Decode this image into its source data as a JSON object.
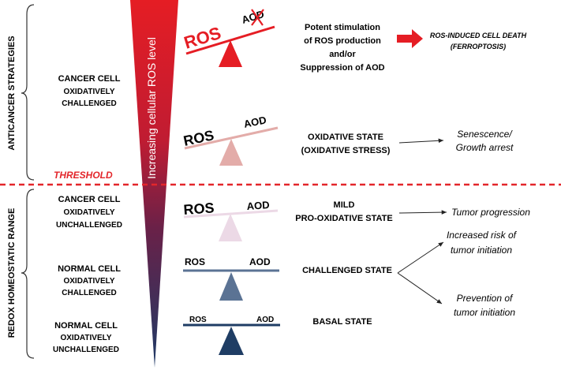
{
  "side_labels": {
    "anticancer": "ANTICANCER  STRATEGIES",
    "redox": "REDOX  HOMEOSTATIC  RANGE"
  },
  "threshold": {
    "label": "THRESHOLD",
    "color": "#e3262b"
  },
  "wedge": {
    "label": "Increasing  cellular  ROS  level",
    "color_top": "#e51d24",
    "color_bottom": "#1e3a66"
  },
  "rows": [
    {
      "cell_lines": [
        "CANCER CELL",
        "OXIDATIVELY",
        "CHALLENGED"
      ],
      "ros": "ROS",
      "aod": "AOD",
      "aod_crossed": true,
      "balance_color": "#e51d24",
      "state_lines": [
        "Potent stimulation",
        "of ROS production",
        "and/or",
        "Suppression of AOD"
      ],
      "outcome_lines": [
        "ROS-INDUCED CELL DEATH",
        "(FERROPTOSIS)"
      ]
    },
    {
      "cell_lines": [],
      "ros": "ROS",
      "aod": "AOD",
      "balance_color": "#e3aca9",
      "state_lines": [
        "OXIDATIVE STATE",
        "(OXIDATIVE STRESS)"
      ],
      "outcome_lines": [
        "Senescence/",
        "Growth arrest"
      ]
    },
    {
      "cell_lines": [
        "CANCER CELL",
        "OXIDATIVELY",
        "UNCHALLENGED"
      ],
      "ros": "ROS",
      "aod": "AOD",
      "balance_color": "#ecd9e6",
      "state_lines": [
        "MILD",
        "PRO-OXIDATIVE STATE"
      ],
      "outcome_lines": [
        "Tumor progression"
      ]
    },
    {
      "cell_lines": [
        "NORMAL CELL",
        "OXIDATIVELY",
        "CHALLENGED"
      ],
      "ros": "ROS",
      "aod": "AOD",
      "balance_color": "#5b7394",
      "state_lines": [
        "CHALLENGED STATE"
      ],
      "outcome_a_lines": [
        "Increased risk of",
        "tumor initiation"
      ],
      "outcome_b_lines": [
        "Prevention of",
        "tumor initiation"
      ]
    },
    {
      "cell_lines": [
        "NORMAL CELL",
        "OXIDATIVELY",
        "UNCHALLENGED"
      ],
      "ros": "ROS",
      "aod": "AOD",
      "balance_color": "#1f3d64",
      "state_lines": [
        "BASAL STATE"
      ]
    }
  ]
}
